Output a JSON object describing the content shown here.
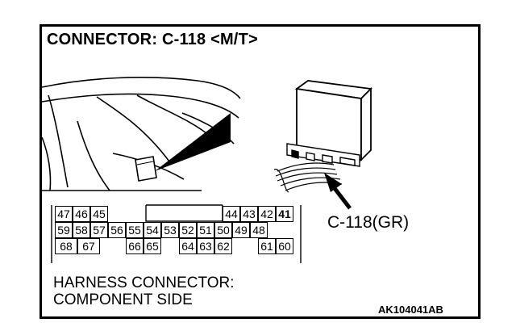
{
  "title": "CONNECTOR: C-118 <M/T>",
  "connector_label": "C-118(GR)",
  "harness_line1": "HARNESS CONNECTOR:",
  "harness_line2": "COMPONENT SIDE",
  "figure_id": "AK104041AB",
  "pins": {
    "row1_left": [
      {
        "n": "47",
        "b": false
      },
      {
        "n": "46",
        "b": false
      },
      {
        "n": "45",
        "b": false
      }
    ],
    "row1_right": [
      {
        "n": "44",
        "b": false
      },
      {
        "n": "43",
        "b": false
      },
      {
        "n": "42",
        "b": false
      },
      {
        "n": "41",
        "b": true
      }
    ],
    "row2": [
      {
        "n": "59",
        "b": false
      },
      {
        "n": "58",
        "b": false
      },
      {
        "n": "57",
        "b": false
      },
      {
        "n": "56",
        "b": false
      },
      {
        "n": "55",
        "b": false
      },
      {
        "n": "54",
        "b": false
      },
      {
        "n": "53",
        "b": false
      },
      {
        "n": "52",
        "b": false
      },
      {
        "n": "51",
        "b": false
      },
      {
        "n": "50",
        "b": false
      },
      {
        "n": "49",
        "b": false
      },
      {
        "n": "48",
        "b": false
      }
    ],
    "row3_a": [
      {
        "n": "68",
        "b": false
      },
      {
        "n": "67",
        "b": false
      }
    ],
    "row3_b": [
      {
        "n": "66",
        "b": false
      },
      {
        "n": "65",
        "b": false
      }
    ],
    "row3_c": [
      {
        "n": "64",
        "b": false
      },
      {
        "n": "63",
        "b": false
      },
      {
        "n": "62",
        "b": false
      }
    ],
    "row3_d": [
      {
        "n": "61",
        "b": false
      },
      {
        "n": "60",
        "b": false
      }
    ]
  }
}
